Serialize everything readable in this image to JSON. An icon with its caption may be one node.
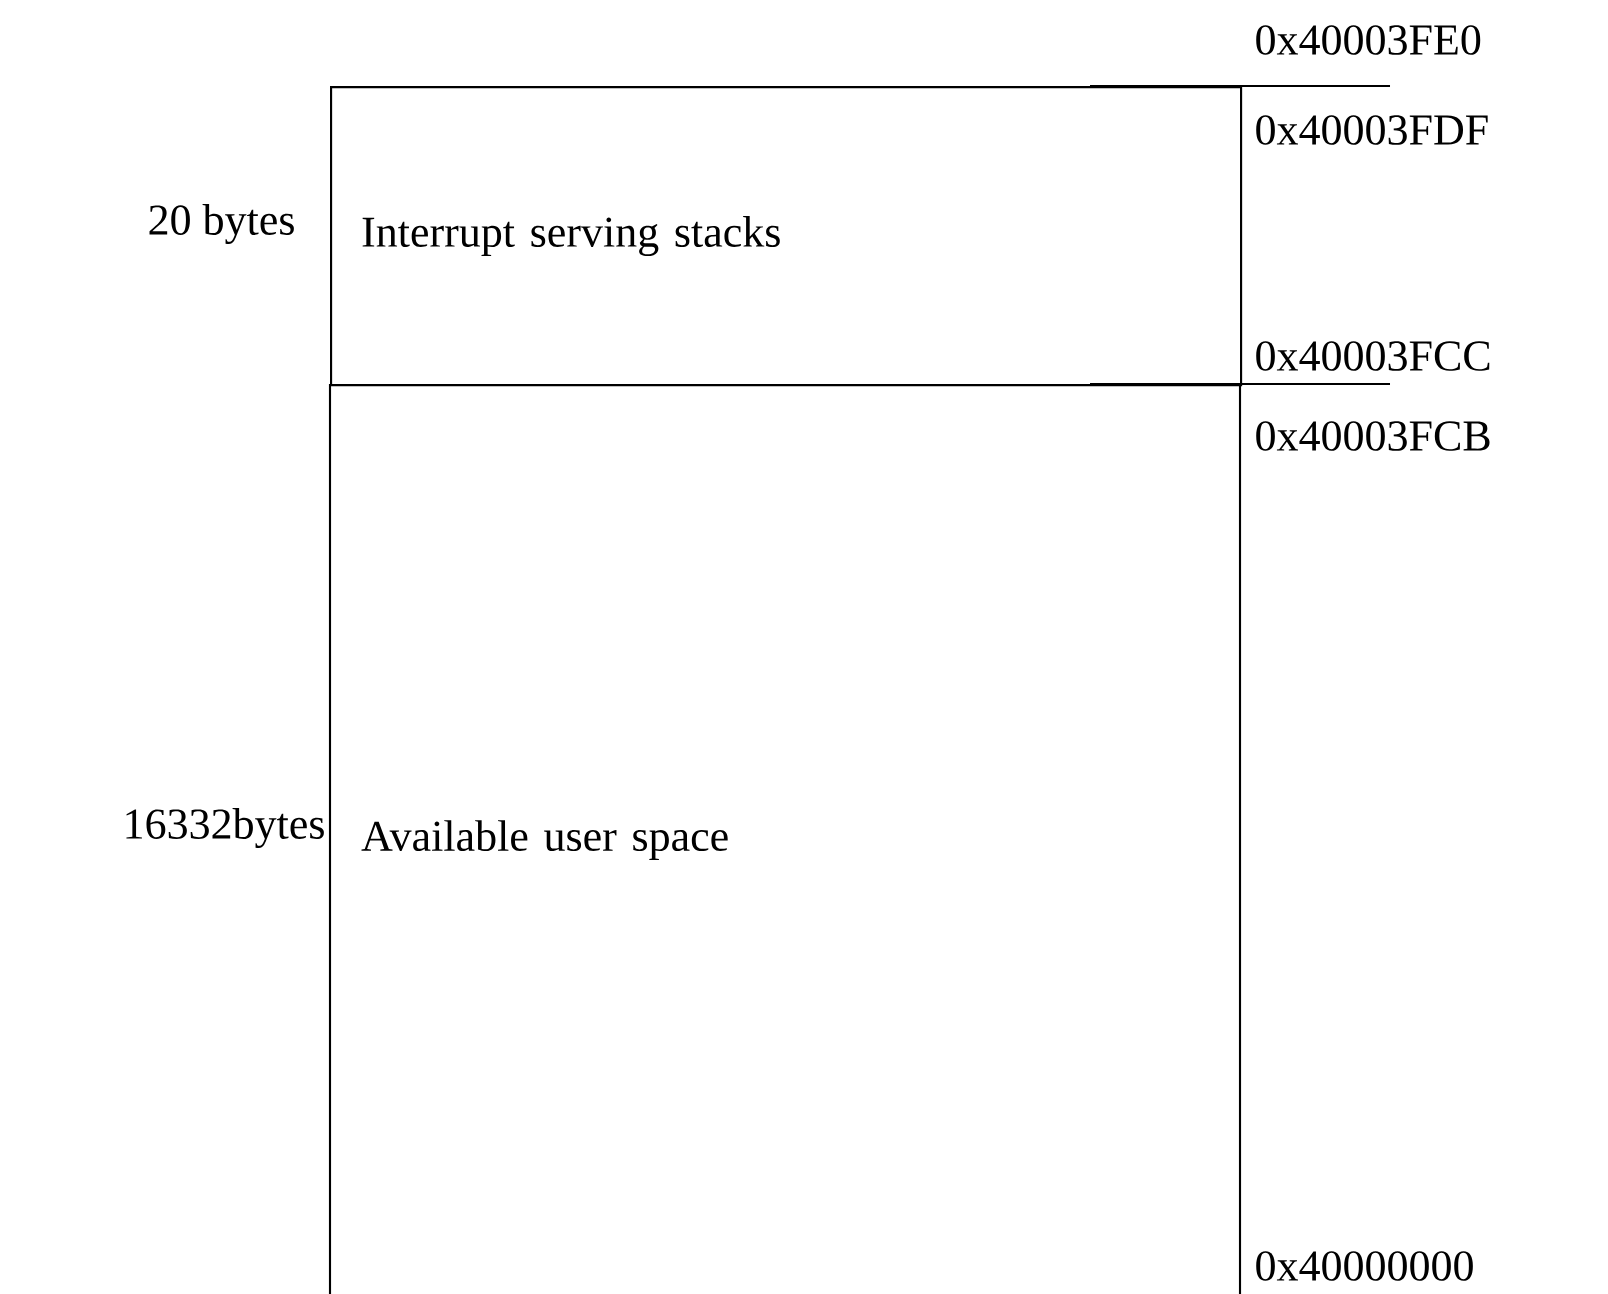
{
  "diagram": {
    "nodes": [
      {
        "text": [
          "Interrupt serving stacks"
        ],
        "beside": [
          "20 bytes"
        ]
      },
      {
        "text": [
          "Available user space"
        ],
        "beside": [
          "16332bytes"
        ]
      }
    ],
    "labels": [
      "0x40003FE0",
      "0x40003FDF",
      "0x40003FCC",
      "0x40003FCB",
      "0x40000000"
    ]
  }
}
